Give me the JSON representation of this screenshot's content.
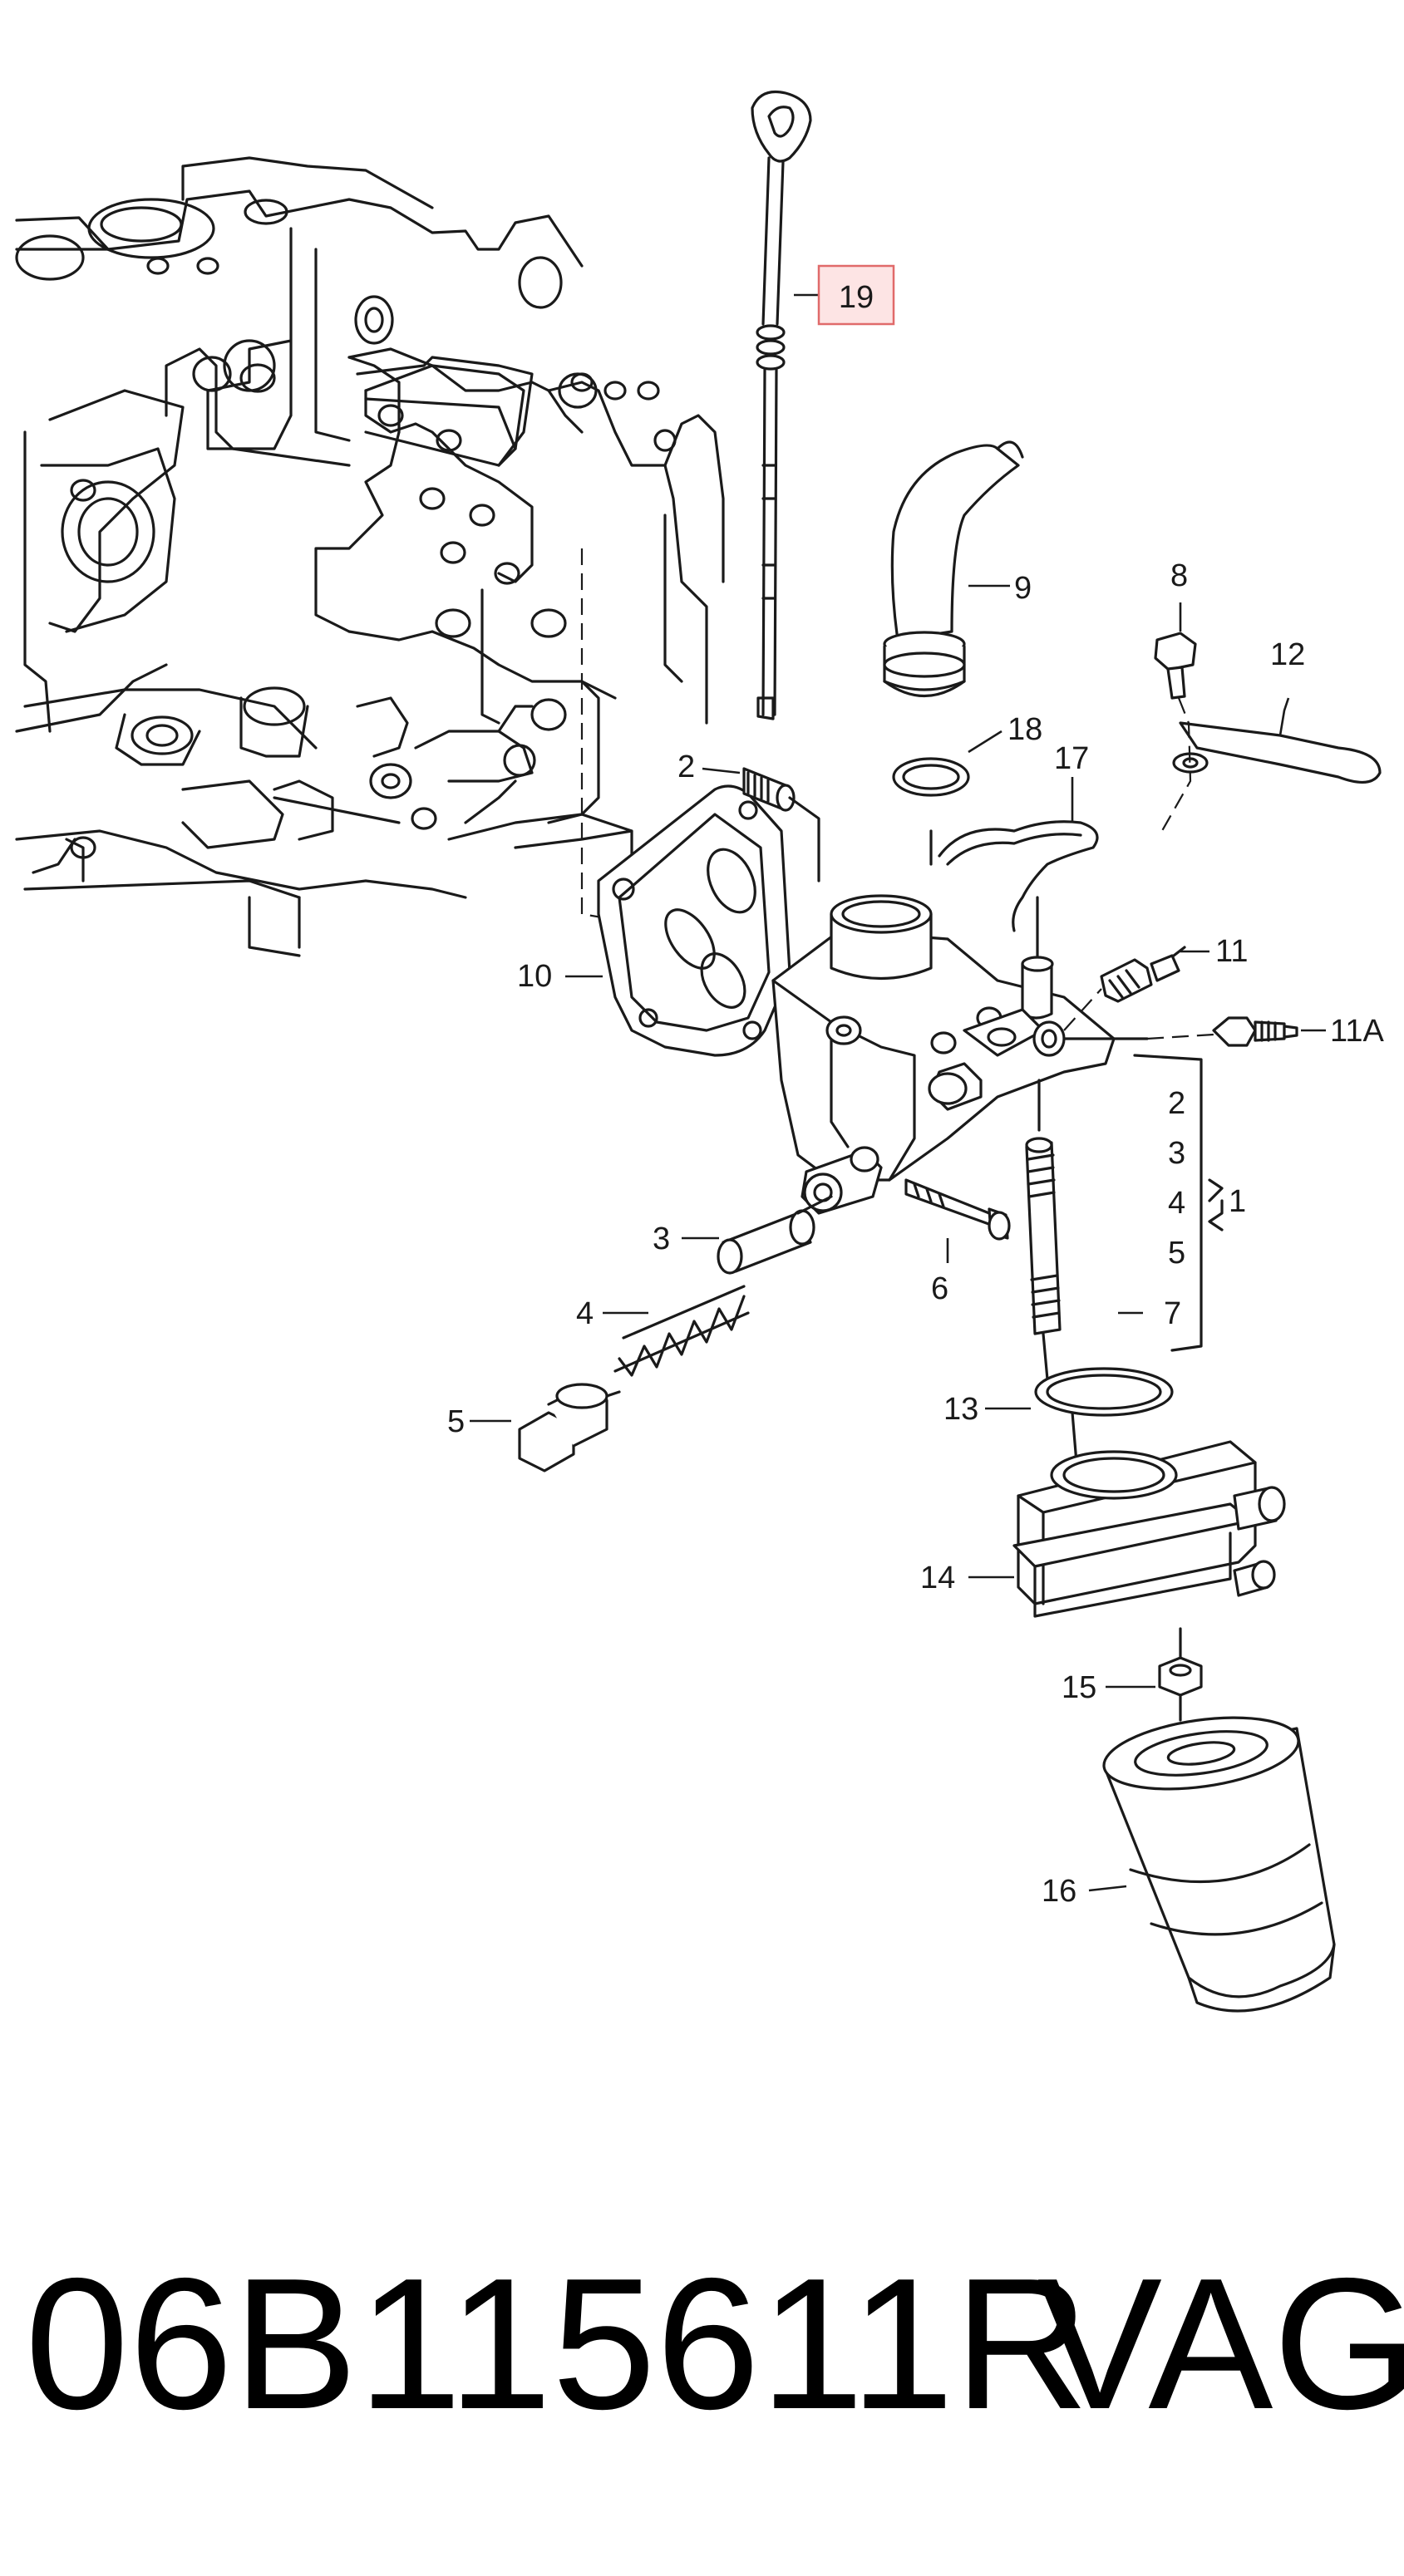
{
  "callouts": {
    "c19": "19",
    "c9": "9",
    "c8": "8",
    "c12": "12",
    "c18": "18",
    "c17": "17",
    "c2a": "2",
    "c10": "10",
    "c11": "11",
    "c11a": "11A",
    "c2b": "2",
    "c3b": "3",
    "c4b": "4",
    "c5b": "5",
    "c1": "1",
    "c7": "7",
    "c3": "3",
    "c6": "6",
    "c4": "4",
    "c5": "5",
    "c13": "13",
    "c14": "14",
    "c15": "15",
    "c16": "16"
  },
  "highlighted_callout": "19",
  "caption": {
    "part_number": "06B115611R",
    "brand": "VAG"
  },
  "colors": {
    "line": "#1a1a1a",
    "highlight_fill": "#fde4e4",
    "highlight_stroke": "#e06a6a"
  }
}
